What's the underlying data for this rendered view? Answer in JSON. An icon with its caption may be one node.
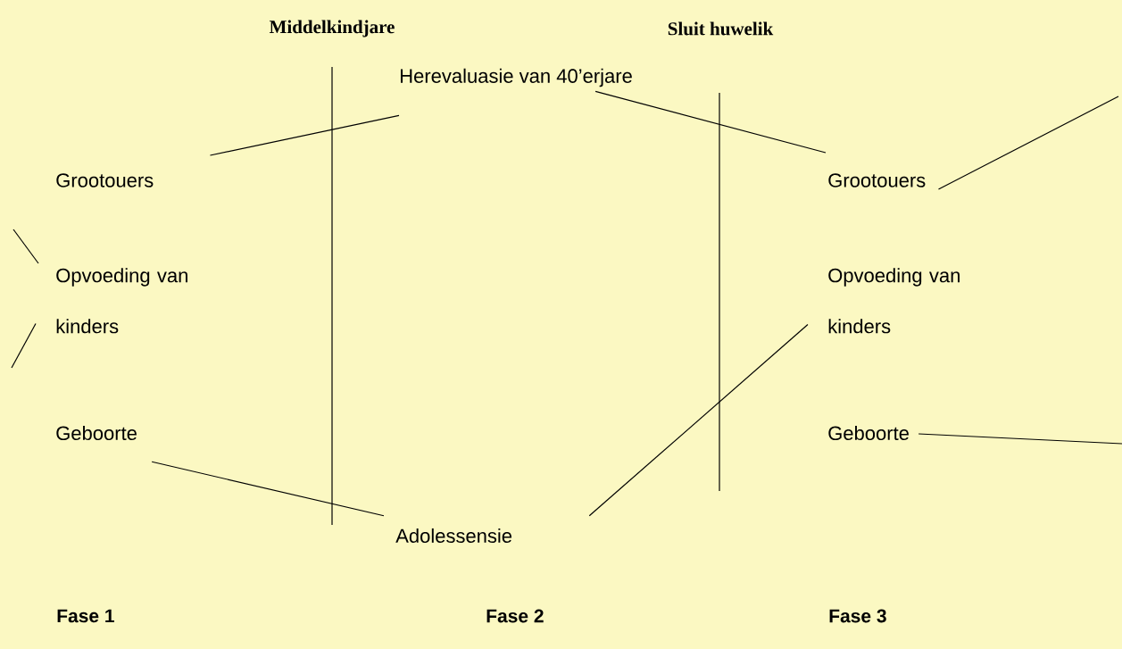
{
  "diagram": {
    "nodes": [
      {
        "text": [
          "Herevaluasie van 40’erjare"
        ]
      },
      {
        "text": [
          "Grootouers"
        ]
      },
      {
        "text": [
          "Opvoeding van kinders"
        ]
      },
      {
        "text": [
          "Geboorte"
        ]
      },
      {
        "text": [
          "Adolessensie"
        ]
      },
      {
        "text": [
          "Grootouers"
        ]
      },
      {
        "text": [
          "Opvoeding van kinders"
        ]
      },
      {
        "text": [
          "Geboorte"
        ]
      }
    ],
    "edges": [
      {
        "from": 0,
        "to": 1,
        "arrow": "none"
      },
      {
        "from": 0,
        "to": 5,
        "arrow": "none"
      },
      {
        "from": 3,
        "to": 4,
        "arrow": "none"
      },
      {
        "from": 4,
        "to": 6,
        "arrow": "none"
      },
      {
        "from": null,
        "to": 2,
        "arrow": "none"
      },
      {
        "from": null,
        "to": 2,
        "arrow": "none"
      },
      {
        "from": 5,
        "to": null,
        "arrow": "none"
      },
      {
        "from": 7,
        "to": null,
        "arrow": "none"
      }
    ],
    "labels": [
      "Middelkindjare",
      "Sluit huwelik",
      "Fase 1",
      "Fase 2",
      "Fase 3"
    ]
  }
}
